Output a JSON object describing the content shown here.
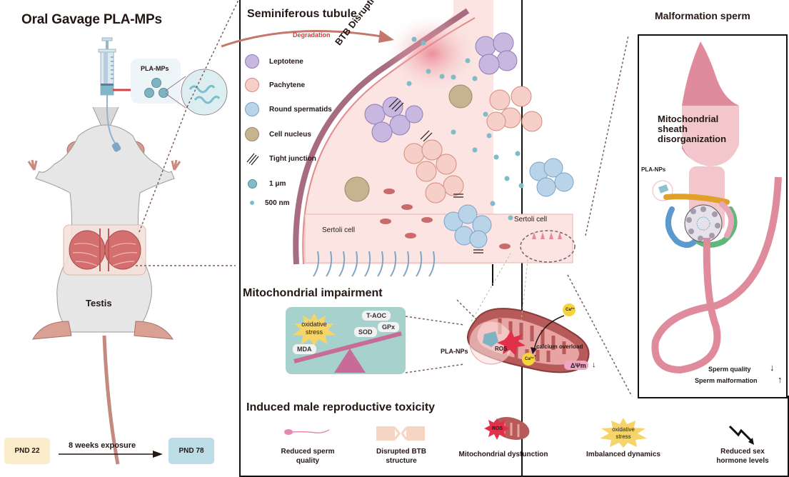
{
  "left_panel": {
    "title": "Oral Gavage PLA-MPs",
    "particle_box_label": "PLA-MPs",
    "testis_label": "Testis",
    "timeline": {
      "start_label": "PND 22",
      "arrow_label": "8 weeks exposure",
      "end_label": "PND 78",
      "start_color": "#fbeccb",
      "end_color": "#bcdde6"
    }
  },
  "tubule_panel": {
    "title": "Seminiferous tubule",
    "degradation_label": "Degradation",
    "btb_label": "BTB Disruption",
    "sertoli_left_label": "Sertoli cell",
    "sertoli_right_label": "Sertoli cell",
    "legend": [
      {
        "icon": "leptotene-cell-icon",
        "label": "Leptotene"
      },
      {
        "icon": "pachytene-cell-icon",
        "label": "Pachytene"
      },
      {
        "icon": "round-spermatid-icon",
        "label": "Round spermatids"
      },
      {
        "icon": "cell-nucleus-icon",
        "label": "Cell nucleus"
      },
      {
        "icon": "tight-junction-icon",
        "label": "Tight junction"
      },
      {
        "icon": "particle-1um-icon",
        "label": "1 μm"
      },
      {
        "icon": "particle-500nm-icon",
        "label": "500 nm"
      }
    ]
  },
  "mito_panel": {
    "title": "Mitochondrial impairment",
    "seesaw": {
      "stress_label_line1": "oxidative",
      "stress_label_line2": "stress",
      "pills": [
        "T-AOC",
        "SOD",
        "GPx",
        "MDA"
      ]
    },
    "mitochondrion": {
      "pla_label": "PLA-NPs",
      "ros_label": "ROS",
      "ca_label": "Ca²⁺",
      "ca_in_label": "Ca²⁺",
      "ca_up_arrow": "↑",
      "calcium_label": "calcium overload",
      "membrane_label": "ΔΨm",
      "membrane_arrow": "↓"
    }
  },
  "sperm_panel": {
    "title": "Malformation sperm",
    "sheath_label_line1": "Mitochondrial",
    "sheath_label_line2": "sheath",
    "sheath_label_line3": "disorganization",
    "pla_label": "PLA-NPs",
    "quality_label": "Sperm quality",
    "quality_arrow": "↓",
    "malformation_label": "Sperm malformation",
    "malformation_arrow": "↑"
  },
  "toxicity_panel": {
    "title": "Induced male reproductive toxicity",
    "items": [
      {
        "icon": "sperm-icon",
        "line1": "Reduced sperm",
        "line2": "quality"
      },
      {
        "icon": "broken-barrier-icon",
        "line1": "Disrupted BTB",
        "line2": "structure"
      },
      {
        "icon": "mitochondrion-ros-icon",
        "line1": "Mitochondrial dysfunction",
        "line2": "",
        "ros": "ROS"
      },
      {
        "icon": "oxidative-stress-burst-icon",
        "line1": "Imbalanced dynamics",
        "line2": "",
        "burst1": "oxidative",
        "burst2": "stress"
      },
      {
        "icon": "declining-arrow-icon",
        "line1": "Reduced sex",
        "line2": "hormone levels"
      }
    ]
  }
}
